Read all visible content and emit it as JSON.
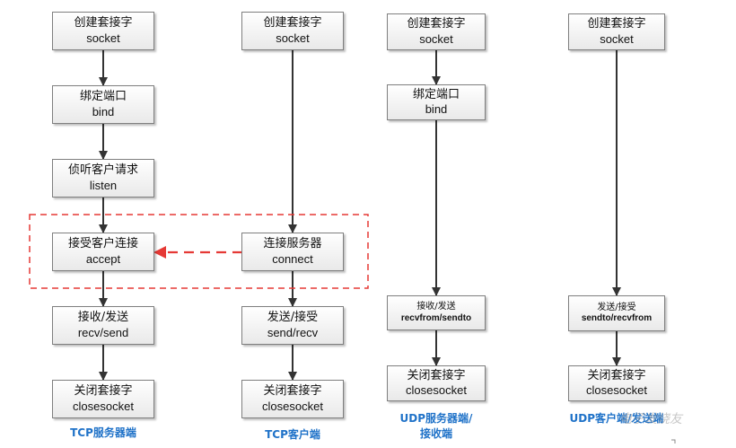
{
  "columns": [
    {
      "caption": "TCP服务器端",
      "steps": [
        {
          "cn": "创建套接字",
          "en": "socket"
        },
        {
          "cn": "绑定端口",
          "en": "bind"
        },
        {
          "cn": "侦听客户请求",
          "en": "listen"
        },
        {
          "cn": "接受客户连接",
          "en": "accept"
        },
        {
          "cn": "接收/发送",
          "en": "recv/send"
        },
        {
          "cn": "关闭套接字",
          "en": "closesocket"
        }
      ]
    },
    {
      "caption": "TCP客户端",
      "steps": [
        {
          "cn": "创建套接字",
          "en": "socket"
        },
        {
          "cn": "连接服务器",
          "en": "connect"
        },
        {
          "cn": "发送/接受",
          "en": "send/recv"
        },
        {
          "cn": "关闭套接字",
          "en": "closesocket"
        }
      ]
    },
    {
      "caption_line1": "UDP服务器端/",
      "caption_line2": "接收端",
      "steps": [
        {
          "cn": "创建套接字",
          "en": "socket"
        },
        {
          "cn": "绑定端口",
          "en": "bind"
        },
        {
          "cn": "接收/发送",
          "en": "recvfrom/sendto"
        },
        {
          "cn": "关闭套接字",
          "en": "closesocket"
        }
      ]
    },
    {
      "caption": "UDP客户端/发送端",
      "steps": [
        {
          "cn": "创建套接字",
          "en": "socket"
        },
        {
          "cn": "发送/接受",
          "en": "sendto/recvfrom"
        },
        {
          "cn": "关闭套接字",
          "en": "closesocket"
        }
      ]
    }
  ],
  "watermark": "电子发烧友",
  "colors": {
    "arrow": "#333333",
    "highlight_dash": "#e53935",
    "caption": "#1f72c8",
    "box_border": "#7f7f7f"
  }
}
